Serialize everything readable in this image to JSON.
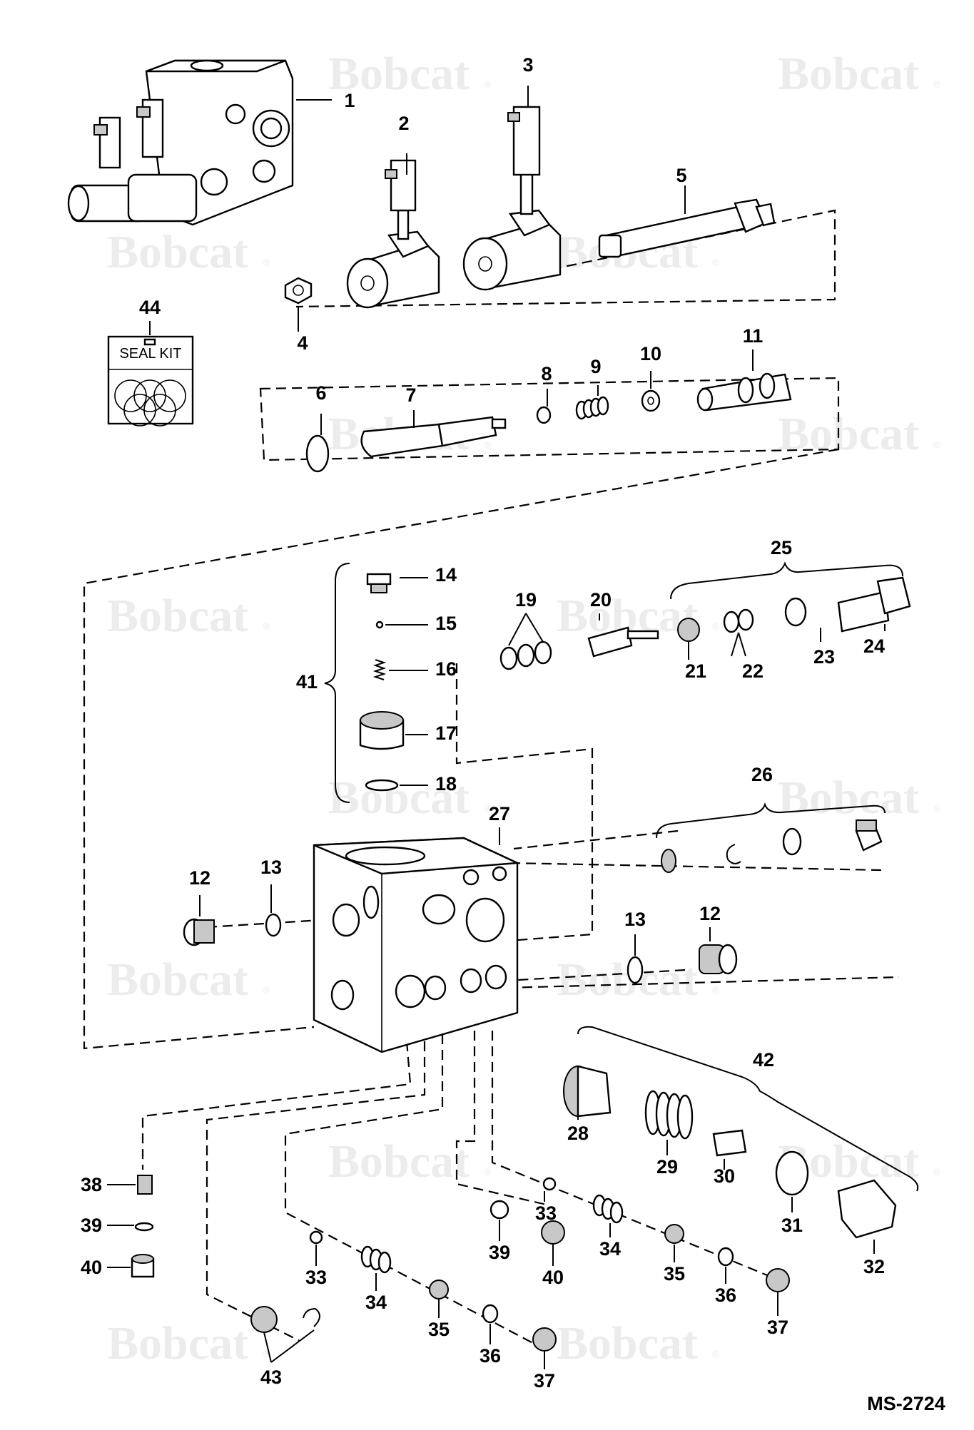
{
  "brand": {
    "watermark": "Bobcat",
    "registered_mark": "®"
  },
  "seal_kit": {
    "label": "SEAL KIT"
  },
  "drawing_reference": "MS-2724",
  "callouts": [
    "1",
    "2",
    "3",
    "4",
    "5",
    "6",
    "7",
    "8",
    "9",
    "10",
    "11",
    "12",
    "13",
    "14",
    "15",
    "16",
    "17",
    "18",
    "19",
    "20",
    "21",
    "22",
    "23",
    "24",
    "25",
    "26",
    "27",
    "28",
    "29",
    "30",
    "31",
    "32",
    "33",
    "34",
    "35",
    "36",
    "37",
    "38",
    "39",
    "40",
    "41",
    "42",
    "43",
    "44"
  ]
}
